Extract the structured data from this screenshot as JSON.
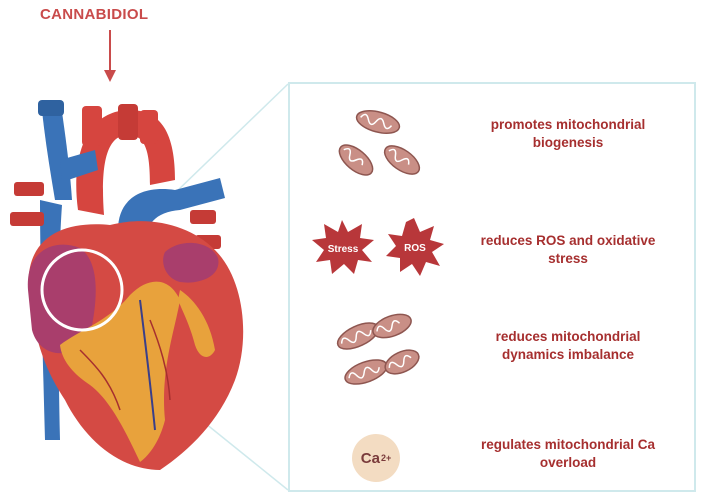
{
  "header": {
    "title": "CANNABIDIOL"
  },
  "effects": [
    {
      "label": "promotes mitochondrial biogenesis",
      "icon": "mitochondria-icon"
    },
    {
      "label": "reduces ROS and oxidative stress",
      "icon": "stress-ros-badges-icon"
    },
    {
      "label": "reduces mitochondrial dynamics imbalance",
      "icon": "fused-mitochondria-icon"
    },
    {
      "label": "regulates mitochondrial Ca overload",
      "icon": "calcium-ion-icon"
    }
  ],
  "badges": {
    "stress": "Stress",
    "ros": "ROS"
  },
  "ion": {
    "symbol": "Ca",
    "charge": "2+"
  },
  "colors": {
    "title_red": "#c94b4b",
    "text_red": "#a62f2f",
    "panel_border": "#cfe9ec",
    "badge_red": "#b8373a",
    "mito_fill": "#c98f86",
    "calcium_fill": "#f3dcc2"
  }
}
